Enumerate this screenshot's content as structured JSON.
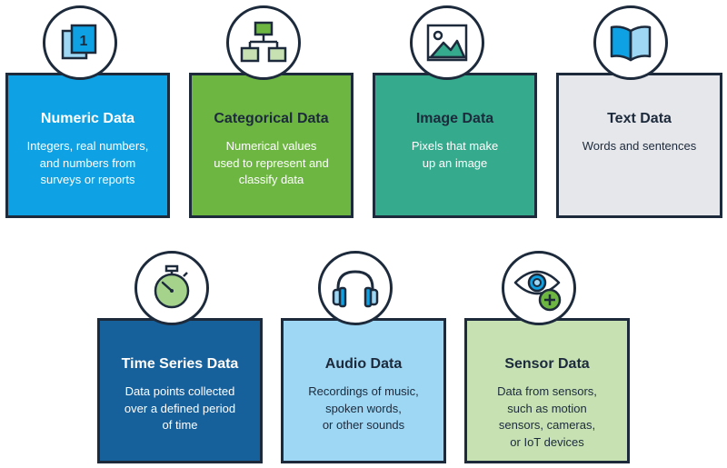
{
  "colors": {
    "outline": "#1c2a3c",
    "numeric": "#0ea1e3",
    "categorical": "#6db642",
    "image": "#35aa8c",
    "text": "#e6e7ea",
    "time_series": "#16609b",
    "audio": "#9ed7f3",
    "sensor": "#c7e1b3"
  },
  "cards": [
    {
      "id": "numeric",
      "icon": "numeric-icon",
      "title": "Numeric Data",
      "desc": "Integers, real numbers,\nand numbers from\nsurveys or reports"
    },
    {
      "id": "categorical",
      "icon": "hierarchy-icon",
      "title": "Categorical Data",
      "desc": "Numerical values\nused to represent and\nclassify data"
    },
    {
      "id": "image",
      "icon": "image-icon",
      "title": "Image Data",
      "desc": "Pixels that make\nup an image"
    },
    {
      "id": "text",
      "icon": "book-icon",
      "title": "Text Data",
      "desc": "Words and sentences"
    },
    {
      "id": "time_series",
      "icon": "stopwatch-icon",
      "title": "Time Series Data",
      "desc": "Data points collected\nover a defined period\nof time"
    },
    {
      "id": "audio",
      "icon": "headphones-icon",
      "title": "Audio Data",
      "desc": "Recordings of music,\nspoken words,\nor other sounds"
    },
    {
      "id": "sensor",
      "icon": "eye-plus-icon",
      "title": "Sensor Data",
      "desc": "Data from sensors,\nsuch as motion\nsensors, cameras,\nor IoT devices"
    }
  ],
  "icon_text": {
    "numeric_digit": "1"
  }
}
